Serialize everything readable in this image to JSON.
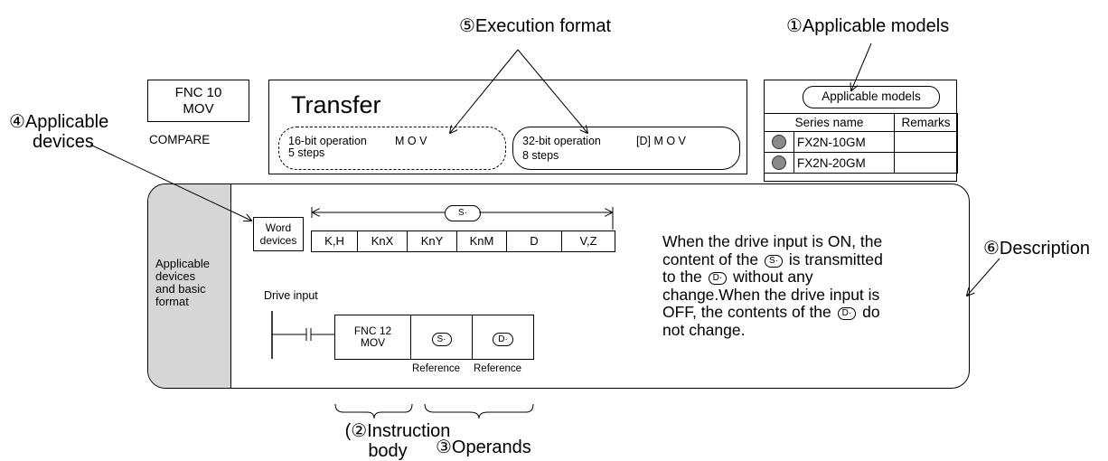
{
  "callouts": {
    "execution_format": "⑤Execution format",
    "applicable_models": "①Applicable models",
    "applicable_devices_line1": "④Applicable",
    "applicable_devices_line2": "devices",
    "description": "⑥Description",
    "instruction_body_line1": "(②Instruction",
    "instruction_body_line2": "body",
    "operands": "③Operands"
  },
  "fnc_box": {
    "line1": "FNC 10",
    "line2": "MOV",
    "category": "COMPARE"
  },
  "title_panel": {
    "title": "Transfer",
    "op16": {
      "label": "16-bit operation",
      "mnemonic": "M O V",
      "steps": "5 steps"
    },
    "op32": {
      "label": "32-bit operation",
      "mnemonic": "[D] M O V",
      "steps": "8 steps"
    }
  },
  "models_table": {
    "header": "Applicable models",
    "col_series": "Series name",
    "col_remarks": "Remarks",
    "rows": [
      {
        "name": "FX2N-10GM",
        "remarks": ""
      },
      {
        "name": "FX2N-20GM",
        "remarks": ""
      }
    ]
  },
  "devices_panel": {
    "side_label": [
      "Applicable",
      "devices",
      "and basic",
      "format"
    ],
    "word_devices": [
      "Word",
      "devices"
    ],
    "source_operand": "S·",
    "device_list": [
      "K,H",
      "KnX",
      "KnY",
      "KnM",
      "D",
      "V,Z"
    ],
    "drive_input": "Drive input",
    "instr": {
      "line1": "FNC 12",
      "line2": "MOV"
    },
    "op_s": "S·",
    "op_d": "D·",
    "reference_s": "Reference",
    "reference_d": "Reference"
  },
  "description": {
    "l1": "When the drive input is ON, the",
    "l2a": "content of the",
    "l2op": "S·",
    "l2b": "is transmitted",
    "l3a": "to the",
    "l3op": "D·",
    "l3b": "without any",
    "l4": "change.When the drive input is",
    "l5a": "OFF, the contents of the",
    "l5op": "D·",
    "l5b": "do",
    "l6": "not change."
  }
}
